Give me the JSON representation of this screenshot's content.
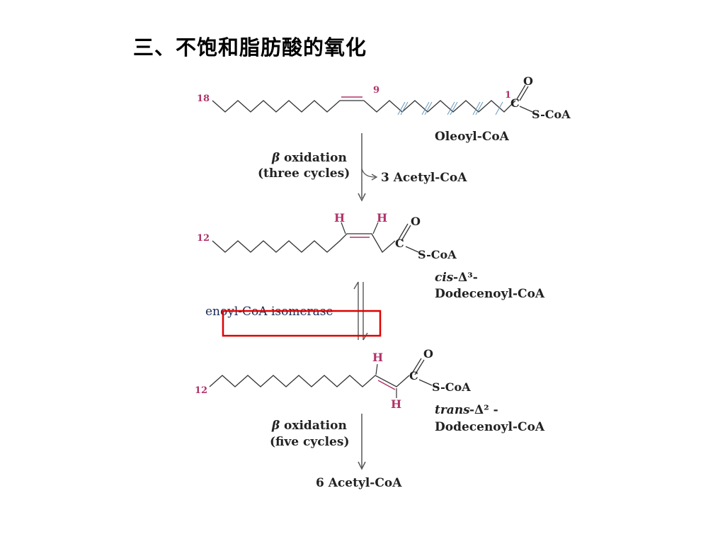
{
  "title": "三、不饱和脂肪酸的氧化",
  "diagram": {
    "oleoyl": {
      "c18": "18",
      "c9": "9",
      "c1": "1",
      "oxygen": "O",
      "carbon": "C",
      "scoa": "S-CoA",
      "name": "Oleoyl-CoA"
    },
    "step1": {
      "line1_prefix": "β",
      "line1_text": "oxidation",
      "line2": "(three cycles)",
      "product": "3 Acetyl-CoA"
    },
    "cis": {
      "c12": "12",
      "h1": "H",
      "h2": "H",
      "oxygen": "O",
      "carbon": "C",
      "scoa": "S-CoA",
      "name_italic": "cis",
      "name_rest": "-Δ³-",
      "name_line2": "Dodecenoyl-CoA"
    },
    "enzyme": "enoyl-CoA isomerase",
    "trans": {
      "c12": "12",
      "h1": "H",
      "h2": "H",
      "oxygen": "O",
      "carbon": "C",
      "scoa": "S-CoA",
      "name_italic": "trans",
      "name_rest": "-Δ² -",
      "name_line2": "Dodecenoyl-CoA"
    },
    "step2": {
      "line1_prefix": "β",
      "line1_text": "oxidation",
      "line2": "(five cycles)",
      "product": "6 Acetyl-CoA"
    },
    "highlight_color": "#e00000",
    "double_bond_color": "#b0336a"
  }
}
